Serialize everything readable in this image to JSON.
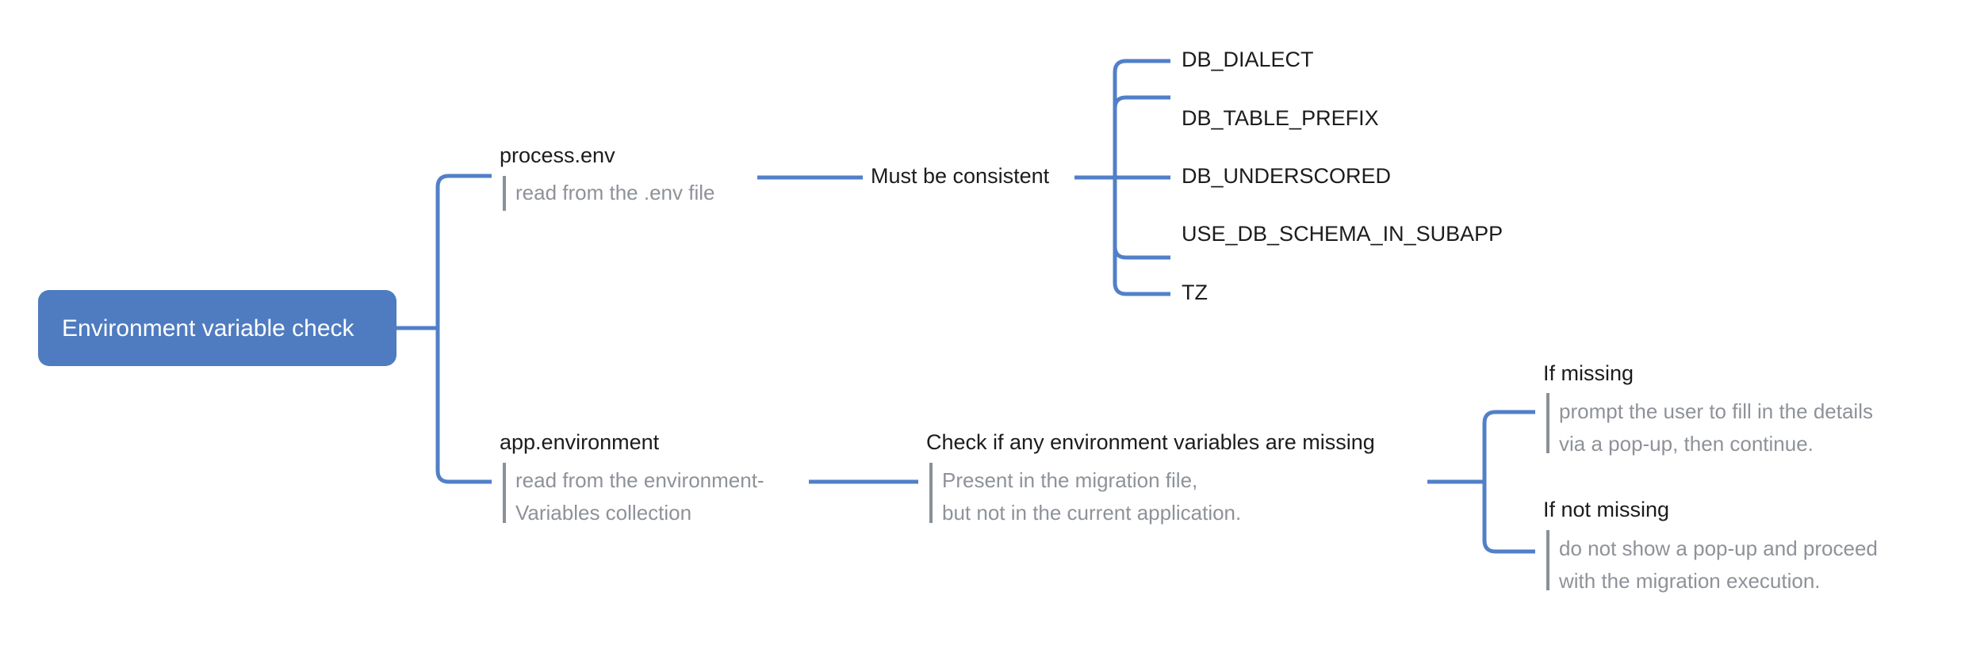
{
  "diagram": {
    "type": "mind-map",
    "title": "Environment variable check",
    "colors": {
      "root_fill": "#4f7cc0",
      "root_text": "#ffffff",
      "connector": "#5180c8",
      "node_text": "#1c1c1c",
      "note_text": "#8e9298",
      "note_bar": "#8b8f96",
      "background": "#ffffff"
    }
  },
  "root": {
    "label": "Environment variable check"
  },
  "branches": [
    {
      "id": "process-env",
      "title": "process.env",
      "note_lines": [
        "read from the .env file"
      ],
      "child": {
        "id": "must-be-consistent",
        "title": "Must be consistent",
        "leaves": [
          {
            "label": "DB_DIALECT"
          },
          {
            "label": "DB_TABLE_PREFIX"
          },
          {
            "label": "DB_UNDERSCORED"
          },
          {
            "label": "USE_DB_SCHEMA_IN_SUBAPP"
          },
          {
            "label": "TZ"
          }
        ]
      }
    },
    {
      "id": "app-environment",
      "title": "app.environment",
      "note_lines": [
        "read from the environment-",
        "Variables collection"
      ],
      "child": {
        "id": "check-missing",
        "title": "Check if any environment variables are missing",
        "note_lines": [
          "Present in the migration file,",
          "but not in the current application."
        ],
        "outcomes": [
          {
            "id": "if-missing",
            "title": "If missing",
            "note_lines": [
              "prompt the user to fill in the details",
              "via a pop-up, then continue."
            ]
          },
          {
            "id": "if-not-missing",
            "title": "If not missing",
            "note_lines": [
              "do not show a pop-up and proceed",
              "with the migration execution."
            ]
          }
        ]
      }
    }
  ]
}
